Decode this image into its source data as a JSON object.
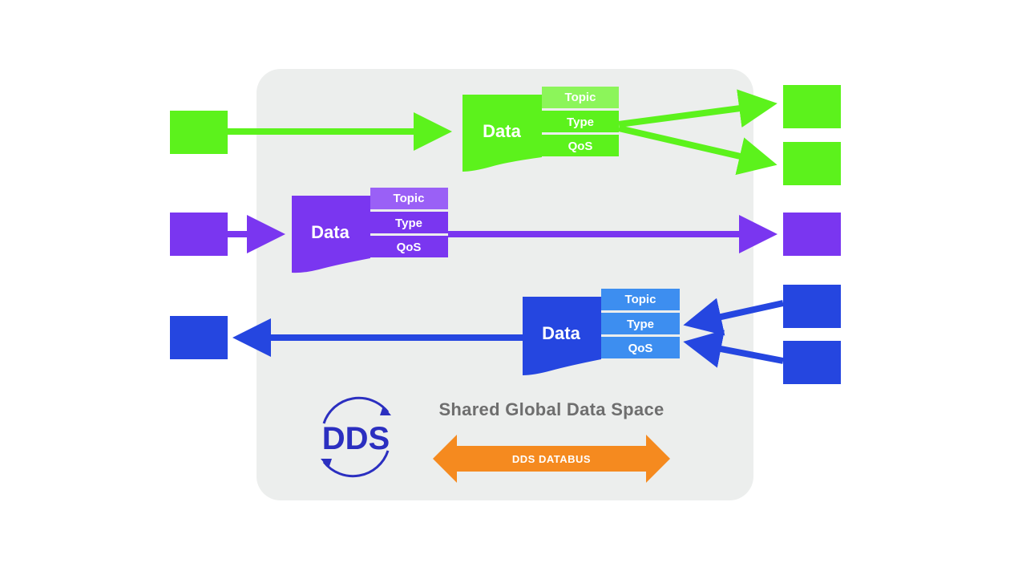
{
  "colors": {
    "green": "#5cf21c",
    "green_light": "#8cf55a",
    "purple": "#7a36f0",
    "purple_light": "#9a60f6",
    "blue": "#2546e0",
    "blue_light": "#3d8ef0",
    "orange": "#f58a1f",
    "space_bg": "#eceeed"
  },
  "shared_space": {
    "title": "Shared Global Data Space"
  },
  "logo": {
    "text": "DDS"
  },
  "databus": {
    "label": "DDS DATABUS"
  },
  "flows": [
    {
      "color": "green",
      "data_label": "Data",
      "fields": [
        "Topic",
        "Type",
        "QoS"
      ],
      "direction": "left-to-right",
      "publishers": 1,
      "subscribers": 2
    },
    {
      "color": "purple",
      "data_label": "Data",
      "fields": [
        "Topic",
        "Type",
        "QoS"
      ],
      "direction": "left-to-right",
      "publishers": 1,
      "subscribers": 1
    },
    {
      "color": "blue",
      "data_label": "Data",
      "fields": [
        "Topic",
        "Type",
        "QoS"
      ],
      "direction": "right-to-left",
      "publishers": 2,
      "subscribers": 1
    }
  ]
}
